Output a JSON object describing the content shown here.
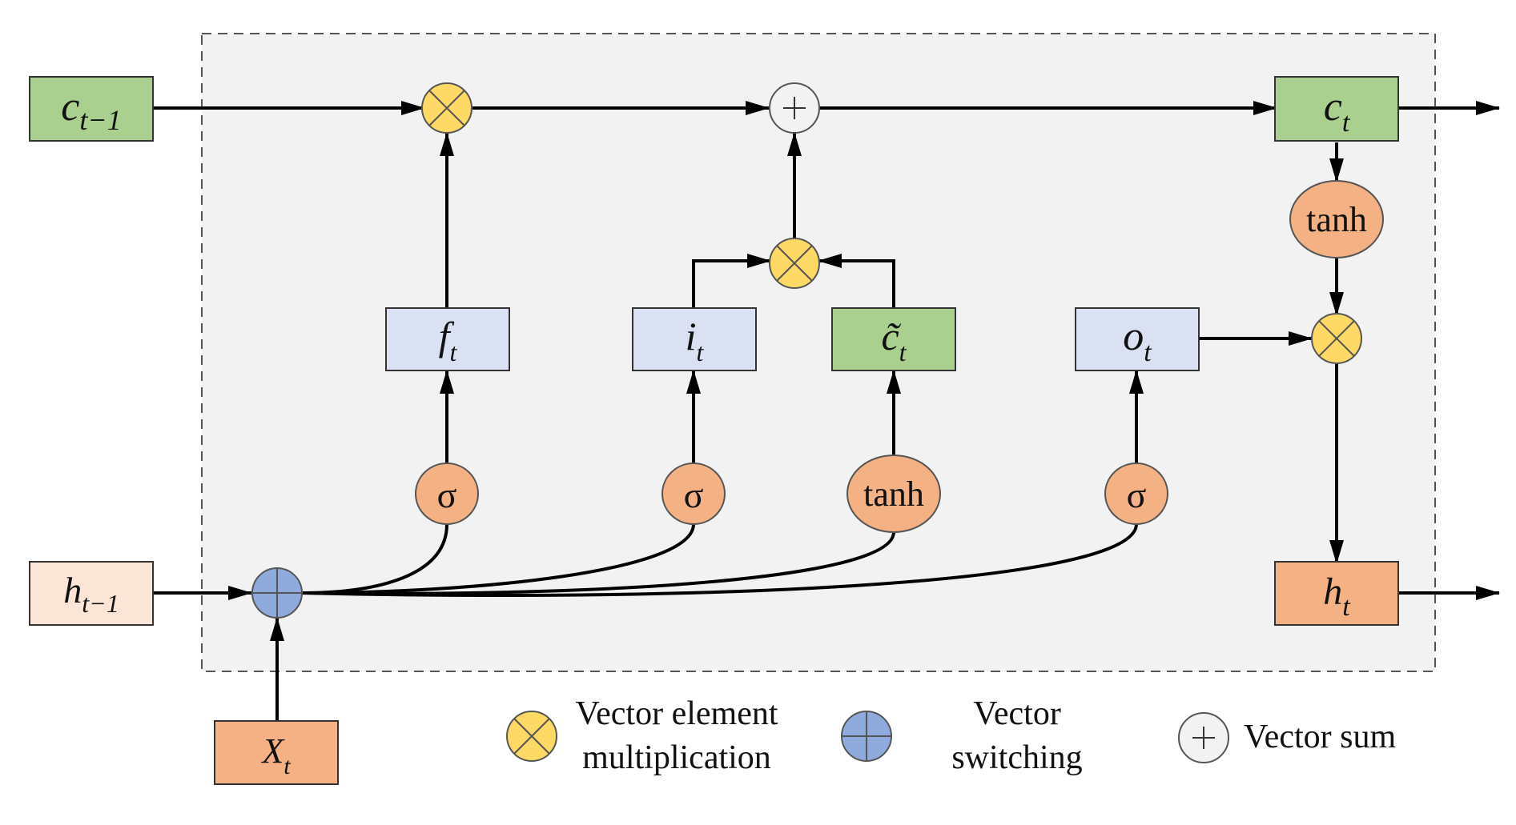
{
  "colors": {
    "frame_fill": "#f2f2f2",
    "frame_stroke": "#555555",
    "green_box": "#a9d08e",
    "blue_box": "#d9e1f2",
    "orange_box": "#f4b183",
    "peach_box": "#fbe5d6",
    "multiply_node": "#ffd966",
    "switch_node": "#8faadc",
    "sum_node": "#f2f2f2",
    "activation_node": "#f4b183",
    "line": "#000000"
  },
  "inputs": {
    "c_prev": {
      "base": "c",
      "sub": "t−1"
    },
    "h_prev": {
      "base": "h",
      "sub": "t−1"
    },
    "x": {
      "base": "X",
      "sub": "t"
    }
  },
  "gates": {
    "f": {
      "base": "f",
      "sub": "t"
    },
    "i": {
      "base": "i",
      "sub": "t"
    },
    "c_tilde": {
      "base": "c̃",
      "sub": "t"
    },
    "o": {
      "base": "o",
      "sub": "t"
    }
  },
  "outputs": {
    "c": {
      "base": "c",
      "sub": "t"
    },
    "h": {
      "base": "h",
      "sub": "t"
    }
  },
  "activations": {
    "sigma_f": "σ",
    "sigma_i": "σ",
    "tanh_c": "tanh",
    "sigma_o": "σ",
    "tanh_out": "tanh"
  },
  "legend": {
    "multiply_line1": "Vector element",
    "multiply_line2": "multiplication",
    "switch_line1": "Vector",
    "switch_line2": "switching",
    "sum": "Vector sum"
  }
}
